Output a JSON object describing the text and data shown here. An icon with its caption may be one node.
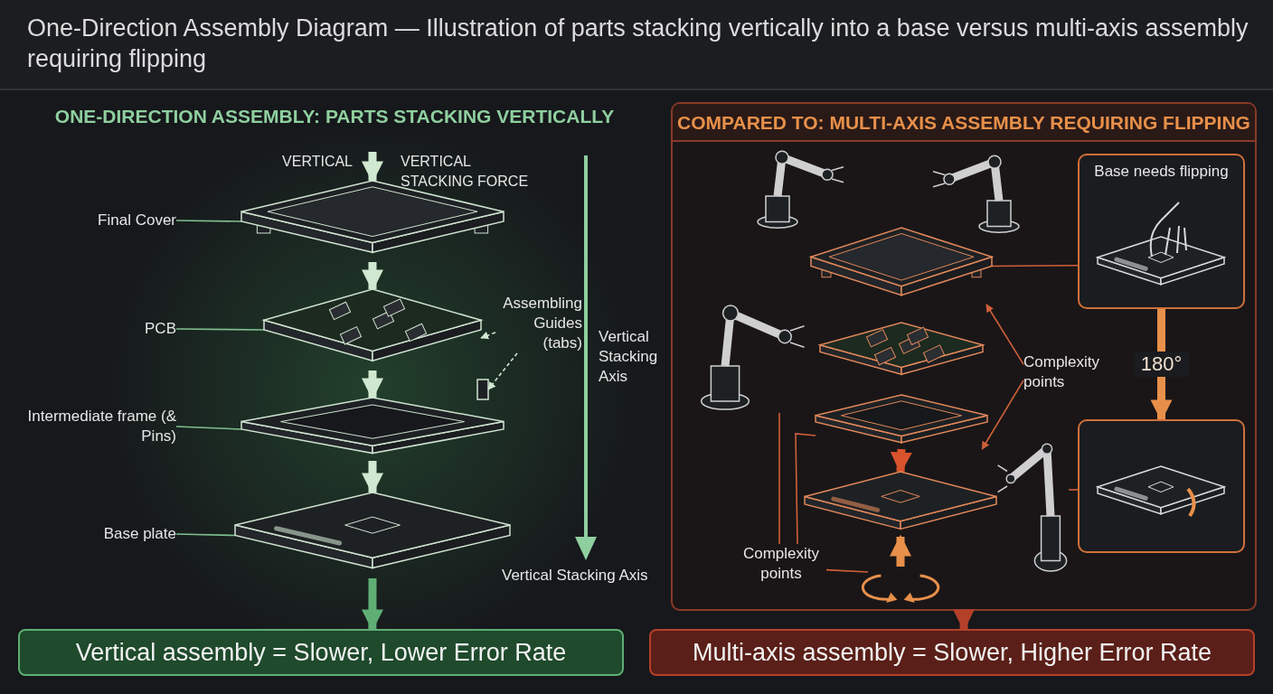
{
  "diagram": {
    "title": "One-Direction Assembly Diagram — Illustration of parts stacking vertically into a base versus multi-axis assembly requiring flipping",
    "nodes": [
      {
        "text": [
          "Final Cover"
        ]
      },
      {
        "text": [],
        "shape": "picture"
      },
      {
        "text": [
          "PCB"
        ]
      },
      {
        "text": [],
        "shape": "picture"
      },
      {
        "text": [
          "Intermediate frame (& Pins)"
        ]
      },
      {
        "text": [],
        "shape": "picture"
      },
      {
        "text": [
          "Base plate"
        ]
      },
      {
        "text": [],
        "shape": "picture"
      },
      {
        "text": [
          "Assembling Guides (tabs)"
        ]
      },
      {
        "text": [],
        "shape": "box"
      },
      {
        "text": [
          "Vertical assembly = Slower, Lower Error Rate"
        ]
      },
      {
        "text": [
          "COMPARED TO: MULTI-AXIS ASSEMBLY REQUIRING FLIPPING"
        ]
      },
      {
        "text": [],
        "shape": "picture",
        "in": 11
      },
      {
        "text": [],
        "shape": "picture",
        "in": 11
      },
      {
        "text": [],
        "shape": "picture",
        "in": 11
      },
      {
        "text": [],
        "shape": "picture",
        "in": 11
      },
      {
        "text": [],
        "shape": "picture",
        "in": 11
      },
      {
        "text": [],
        "shape": "picture",
        "in": 11
      },
      {
        "text": [
          "Base needs flipping"
        ],
        "in": 11
      },
      {
        "text": [],
        "shape": "box",
        "in": 11
      },
      {
        "text": [
          "Complexity points"
        ],
        "in": 11
      },
      {
        "text": [
          "Complexity points"
        ],
        "in": 11
      },
      {
        "text": [],
        "shape": "picture",
        "in": 11
      },
      {
        "text": [
          "Multi-axis assembly = Slower, Higher Error Rate"
        ]
      }
    ],
    "edges": [
      {
        "from": 0,
        "to": 1,
        "arrow": "none",
        "color": "#7fbf8f"
      },
      {
        "from": 2,
        "to": 3,
        "arrow": "none",
        "color": "#7fbf8f"
      },
      {
        "from": 4,
        "to": 5,
        "arrow": "none",
        "color": "#7fbf8f"
      },
      {
        "from": 6,
        "to": 7,
        "arrow": "none",
        "color": "#7fbf8f"
      },
      {
        "from": 8,
        "to": 3,
        "arrow": "to",
        "style": "dashed",
        "color": "#cfe8cf"
      },
      {
        "from": 8,
        "to": 9,
        "arrow": "to",
        "style": "dashed",
        "color": "#cfe8cf"
      },
      {
        "from": null,
        "to": 1,
        "arrow": "to",
        "style": "thick",
        "color": "#cfe8cf"
      },
      {
        "from": 1,
        "to": 3,
        "arrow": "to",
        "style": "thick",
        "color": "#cfe8cf"
      },
      {
        "from": 3,
        "to": 5,
        "arrow": "to",
        "style": "thick",
        "color": "#cfe8cf"
      },
      {
        "from": 5,
        "to": 7,
        "arrow": "to",
        "style": "thick",
        "color": "#cfe8cf"
      },
      {
        "from": 7,
        "to": 10,
        "arrow": "to",
        "style": "thick",
        "color": "#5fae74"
      },
      {
        "from": 12,
        "to": 18,
        "arrow": "none",
        "color": "#d0603a"
      },
      {
        "from": 17,
        "to": 19,
        "arrow": "none",
        "color": "#d0603a"
      },
      {
        "from": 18,
        "to": 19,
        "arrow": "to",
        "label": "180°",
        "style": "thick",
        "color": "#e8904a"
      },
      {
        "from": 20,
        "to": 12,
        "arrow": "to",
        "color": "#d0603a"
      },
      {
        "from": 20,
        "to": 14,
        "arrow": "to",
        "color": "#d0603a"
      },
      {
        "from": 21,
        "to": 16,
        "arrow": "none",
        "color": "#d0603a"
      },
      {
        "from": 21,
        "to": 14,
        "arrow": "none",
        "color": "#d0603a"
      },
      {
        "from": 21,
        "to": 22,
        "arrow": "none",
        "color": "#d0603a"
      },
      {
        "from": 14,
        "to": 15,
        "arrow": "to",
        "style": "thick",
        "color": "#d9532c"
      },
      {
        "from": 22,
        "to": 15,
        "arrow": "to",
        "style": "thick",
        "color": "#e8904a"
      },
      {
        "from": 11,
        "to": 23,
        "arrow": "to",
        "style": "thick",
        "color": "#b5402a"
      }
    ],
    "labels": [
      "ONE-DIRECTION ASSEMBLY: PARTS STACKING VERTICALLY",
      "VERTICAL",
      "VERTICAL STACKING FORCE",
      "Vertical Stacking Axis",
      "Vertical Stacking Axis"
    ]
  }
}
